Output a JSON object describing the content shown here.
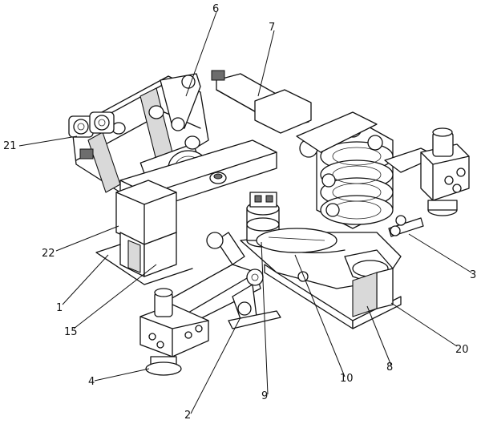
{
  "figure": {
    "callouts": [
      {
        "id": "c1",
        "text": "1"
      },
      {
        "id": "c2",
        "text": "2"
      },
      {
        "id": "c3",
        "text": "3"
      },
      {
        "id": "c4",
        "text": "4"
      },
      {
        "id": "c6",
        "text": "6"
      },
      {
        "id": "c7",
        "text": "7"
      },
      {
        "id": "c8",
        "text": "8"
      },
      {
        "id": "c9",
        "text": "9"
      },
      {
        "id": "c10",
        "text": "10"
      },
      {
        "id": "c15",
        "text": "15"
      },
      {
        "id": "c20",
        "text": "20"
      },
      {
        "id": "c21",
        "text": "21"
      },
      {
        "id": "c22",
        "text": "22"
      }
    ]
  }
}
